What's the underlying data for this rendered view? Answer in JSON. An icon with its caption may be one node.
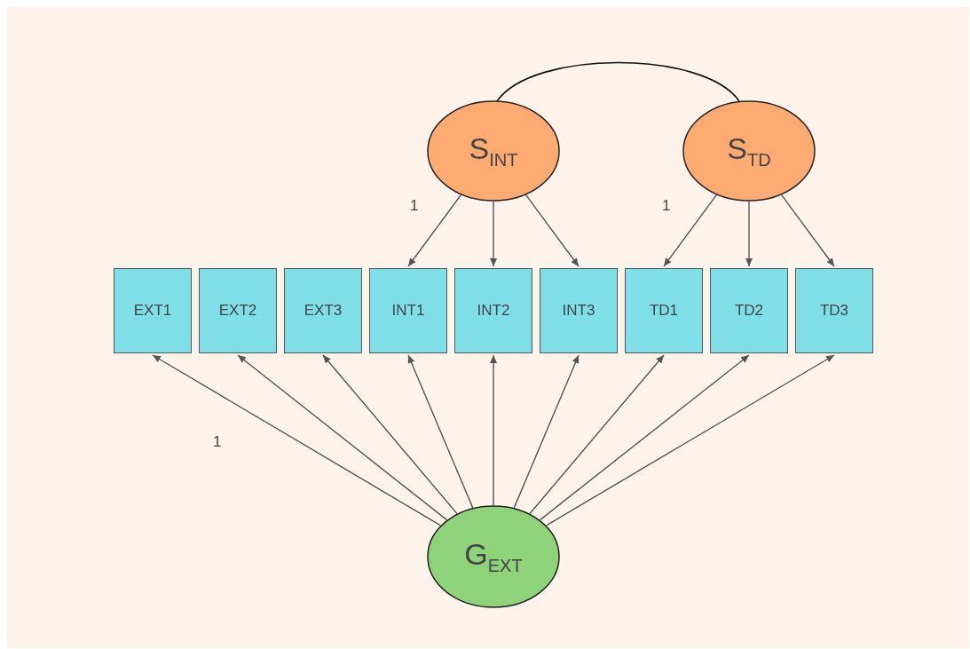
{
  "diagram": {
    "nodes": [
      {
        "text": [
          "S$_{INT}$"
        ]
      },
      {
        "text": [
          "S$_{TD}$"
        ]
      },
      {
        "text": [
          "EXT1"
        ]
      },
      {
        "text": [
          "EXT2"
        ]
      },
      {
        "text": [
          "EXT3"
        ]
      },
      {
        "text": [
          "INT1"
        ]
      },
      {
        "text": [
          "INT2"
        ]
      },
      {
        "text": [
          "INT3"
        ]
      },
      {
        "text": [
          "TD1"
        ]
      },
      {
        "text": [
          "TD2"
        ]
      },
      {
        "text": [
          "TD3"
        ]
      },
      {
        "text": [
          "G$_{EXT}$"
        ]
      }
    ],
    "edges": [
      {
        "from": 0,
        "to": 1,
        "arrow": "none"
      },
      {
        "from": 0,
        "to": 5,
        "arrow": "to",
        "label": "1"
      },
      {
        "from": 0,
        "to": 6,
        "arrow": "to"
      },
      {
        "from": 0,
        "to": 7,
        "arrow": "to"
      },
      {
        "from": 1,
        "to": 8,
        "arrow": "to",
        "label": "1"
      },
      {
        "from": 1,
        "to": 9,
        "arrow": "to"
      },
      {
        "from": 1,
        "to": 10,
        "arrow": "to"
      },
      {
        "from": 11,
        "to": 2,
        "arrow": "to",
        "label": "1"
      },
      {
        "from": 11,
        "to": 3,
        "arrow": "to"
      },
      {
        "from": 11,
        "to": 4,
        "arrow": "to"
      },
      {
        "from": 11,
        "to": 5,
        "arrow": "to"
      },
      {
        "from": 11,
        "to": 6,
        "arrow": "to"
      },
      {
        "from": 11,
        "to": 7,
        "arrow": "to"
      },
      {
        "from": 11,
        "to": 8,
        "arrow": "to"
      },
      {
        "from": 11,
        "to": 9,
        "arrow": "to"
      },
      {
        "from": 11,
        "to": 10,
        "arrow": "to"
      }
    ]
  }
}
